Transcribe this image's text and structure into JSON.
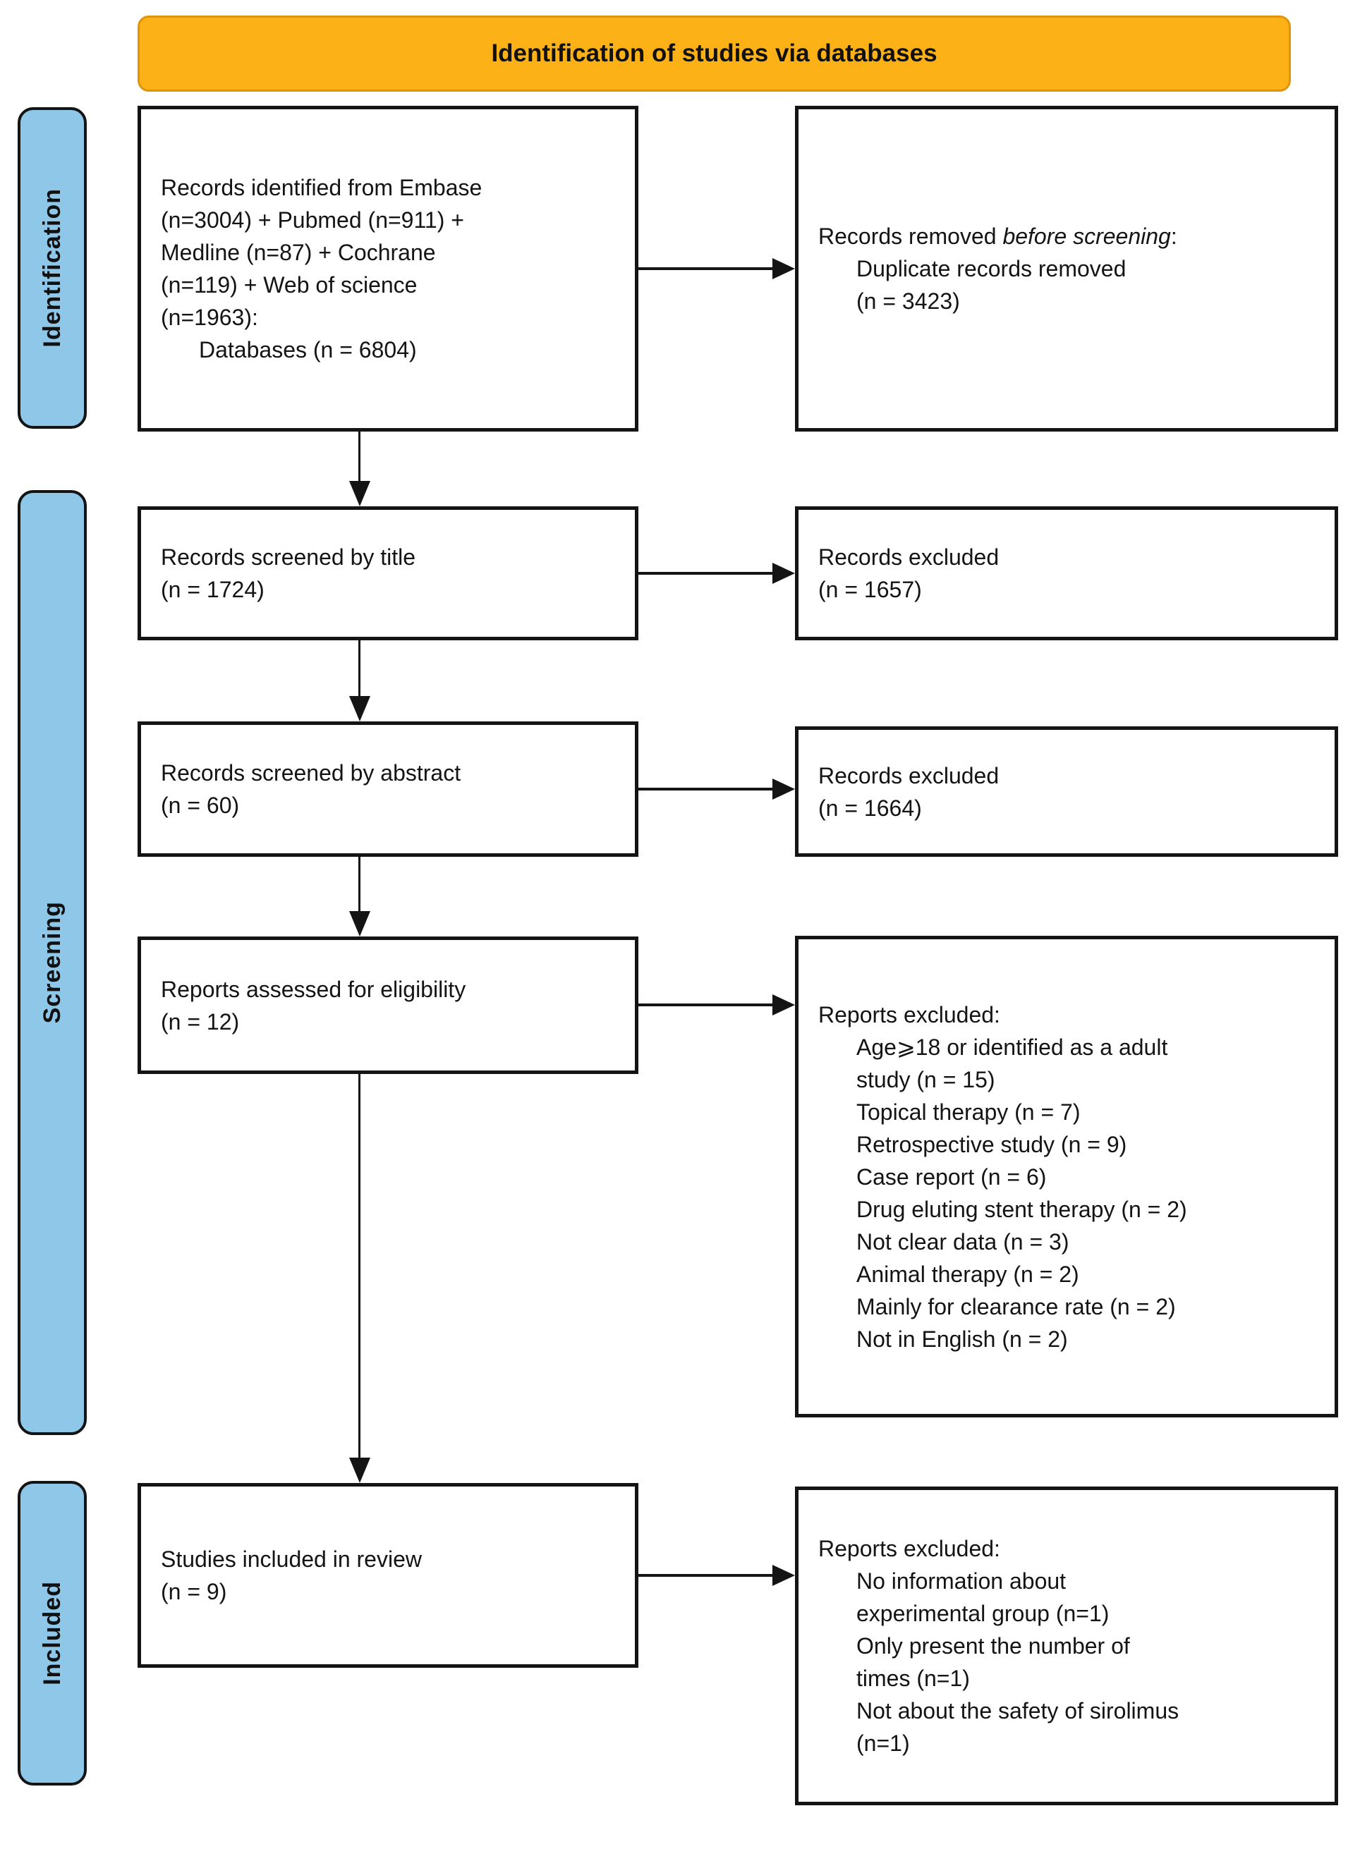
{
  "header": {
    "title": "Identification of studies via databases"
  },
  "stages": {
    "identification": "Identification",
    "screening": "Screening",
    "included": "Included"
  },
  "boxes": {
    "records_identified": {
      "main": "Records identified from Embase\n(n=3004) + Pubmed (n=911) +\nMedline (n=87) + Cochrane\n(n=119) + Web of science\n(n=1963):",
      "detail": "Databases (n = 6804)"
    },
    "records_removed": {
      "prefix": "Records removed ",
      "italic": "before screening",
      "suffix": ":",
      "detail": "Duplicate records removed\n(n = 3423)"
    },
    "screened_title": {
      "text": "Records screened by title\n(n = 1724)"
    },
    "excluded_title": {
      "text": "Records excluded\n(n = 1657)"
    },
    "screened_abstract": {
      "text": "Records screened by abstract\n(n = 60)"
    },
    "excluded_abstract": {
      "text": "Records excluded\n(n = 1664)"
    },
    "assessed_eligibility": {
      "text": "Reports assessed for eligibility\n(n = 12)"
    },
    "reports_excluded_eligibility": {
      "title": "Reports excluded:",
      "items": [
        "Age⩾18 or identified as a adult\nstudy (n = 15)",
        "Topical therapy (n = 7)",
        "Retrospective study (n = 9)",
        "Case report (n = 6)",
        "Drug eluting stent therapy (n = 2)",
        "Not clear data (n = 3)",
        "Animal therapy (n = 2)",
        "Mainly for clearance rate (n = 2)",
        "Not in English (n = 2)"
      ]
    },
    "studies_included": {
      "text": "Studies included in review\n(n = 9)"
    },
    "reports_excluded_review": {
      "title": "Reports excluded:",
      "items": [
        "No information about\nexperimental group (n=1)",
        "Only present the number of\ntimes (n=1)",
        "Not about the safety of sirolimus\n(n=1)"
      ]
    }
  },
  "colors": {
    "banner_fill": "#FCB216",
    "banner_border": "#E0940B",
    "stage_fill": "#8FC7E9",
    "line": "#141414"
  }
}
